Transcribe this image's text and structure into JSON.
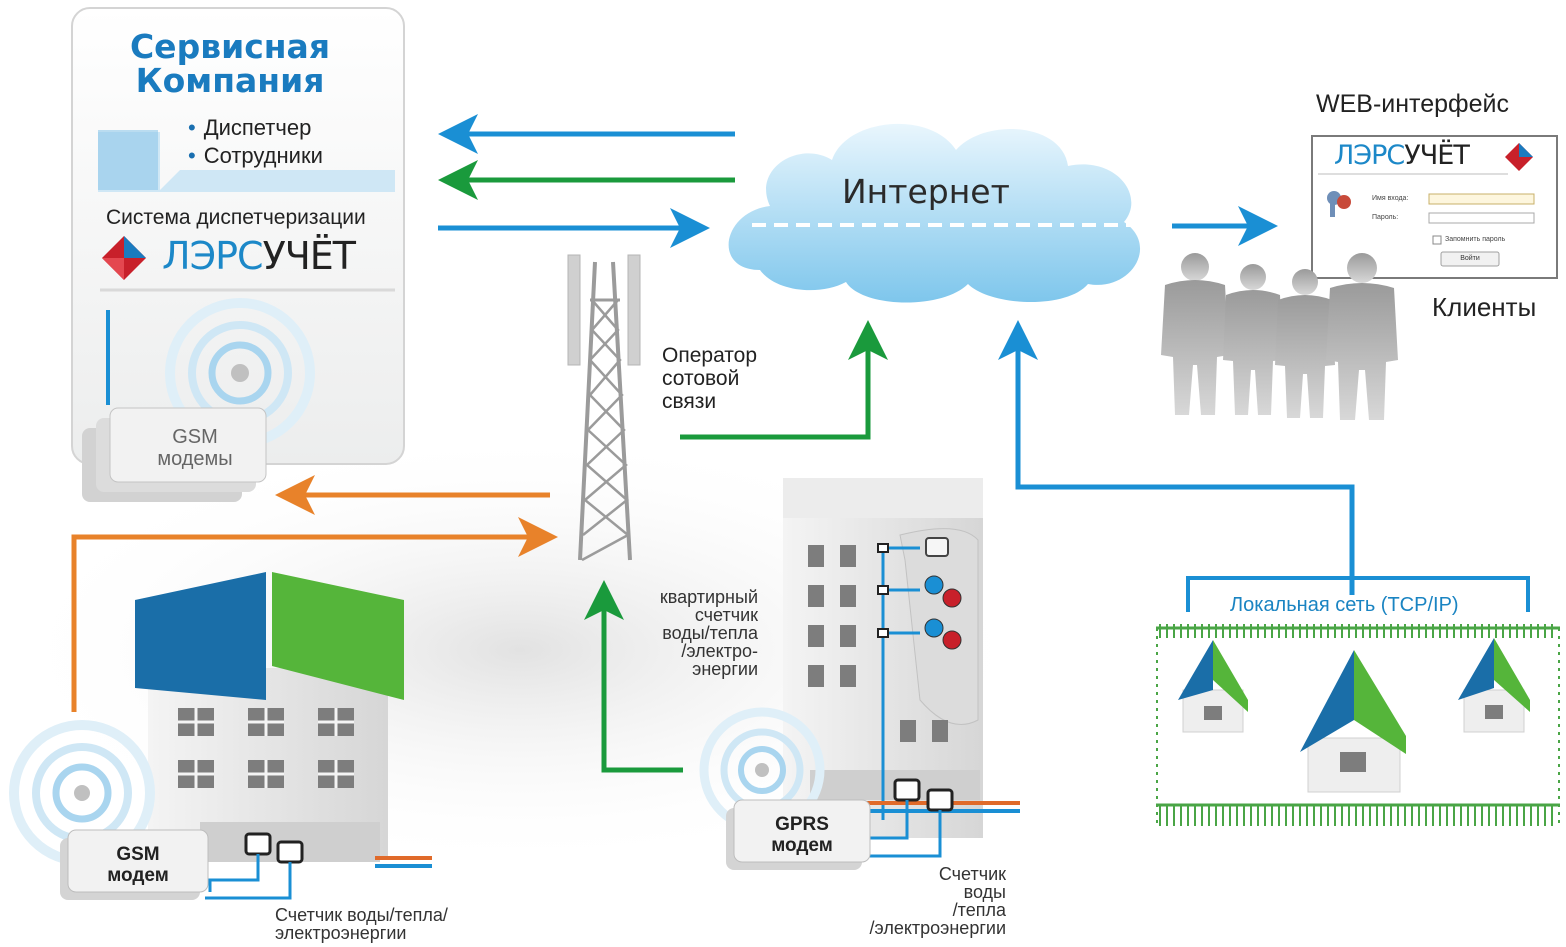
{
  "service_company": {
    "title_line1": "Сервисная",
    "title_line2": "Компания",
    "bullets": [
      "Диспетчер",
      "Сотрудники"
    ],
    "system_label": "Система диспетчеризации",
    "brand_part1": "ЛЭРС",
    "brand_part2": "УЧЁТ",
    "gsm_modems_line1": "GSM",
    "gsm_modems_line2": "модемы"
  },
  "internet_label": "Интернет",
  "operator_label": [
    "Оператор",
    "сотовой",
    "связи"
  ],
  "web_interface": {
    "title": "WEB-интерфейс",
    "brand_part1": "ЛЭРС",
    "brand_part2": "УЧЁТ",
    "login_label": "Имя входа:",
    "password_label": "Пароль:",
    "remember_label": "Запомнить пароль",
    "enter_button": "Войти"
  },
  "clients_label": "Клиенты",
  "apartment_meter_label": [
    "квартирный",
    "счетчик",
    "воды/тепла",
    "/электро-",
    "энергии"
  ],
  "gsm_modem_label": [
    "GSM",
    "модем"
  ],
  "meter_left_label": [
    "Счетчик воды/тепла/",
    "электроэнергии"
  ],
  "gprs_modem_label": [
    "GPRS",
    "модем"
  ],
  "meter_right_label": [
    "Счетчик",
    "воды",
    "/тепла",
    "/электроэнергии"
  ],
  "local_network_label": "Локальная сеть (TCP/IP)",
  "colors": {
    "blue_arrow": "#1a8fd4",
    "green_arrow": "#1a9a3c",
    "orange_arrow": "#e8822a",
    "brand_blue": "#1a7bbf",
    "roof_blue": "#1a6ea8",
    "roof_green": "#55b53a"
  }
}
